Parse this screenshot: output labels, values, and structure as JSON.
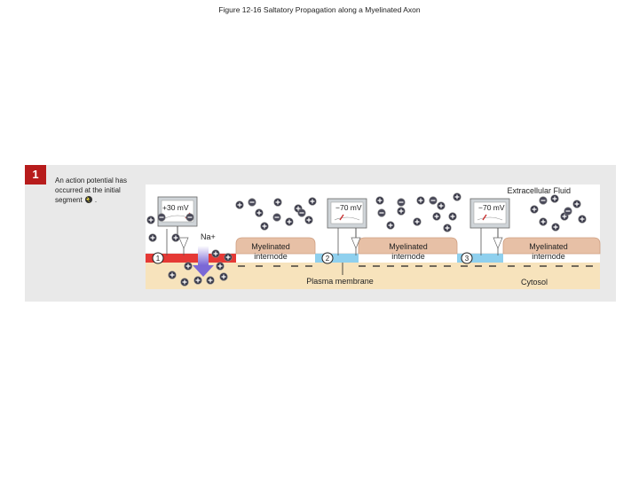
{
  "figure_title": "Figure 12-16  Saltatory Propagation along a Myelinated Axon",
  "step": {
    "number": "1",
    "description": "An action potential has occurred at the initial segment"
  },
  "labels": {
    "extracellular": "Extracellular Fluid",
    "sodium_ion": "Na+",
    "plasma_membrane": "Plasma membrane",
    "cytosol": "Cytosol"
  },
  "voltmeters": [
    {
      "reading": "+30 mV"
    },
    {
      "reading": "−70 mV"
    },
    {
      "reading": "−70 mV"
    }
  ],
  "internodes": [
    {
      "label_line1": "Myelinated",
      "label_line2": "internode"
    },
    {
      "label_line1": "Myelinated",
      "label_line2": "internode"
    },
    {
      "label_line1": "Myelinated",
      "label_line2": "internode"
    }
  ],
  "nodes": [
    "1",
    "2",
    "3"
  ],
  "colors": {
    "badge": "#b71c1c",
    "extracellular_bg": "#ffffff",
    "cytosol_bg": "#f7e3bc",
    "myelin": "#e7c0a6",
    "active_membrane": "#e53935",
    "resting_membrane": "#8fd0ee",
    "arrow": "#8a7bd8"
  },
  "icons": [
    "positive-ion-icon",
    "negative-ion-icon",
    "voltmeter-icon",
    "inward-arrow-icon"
  ]
}
